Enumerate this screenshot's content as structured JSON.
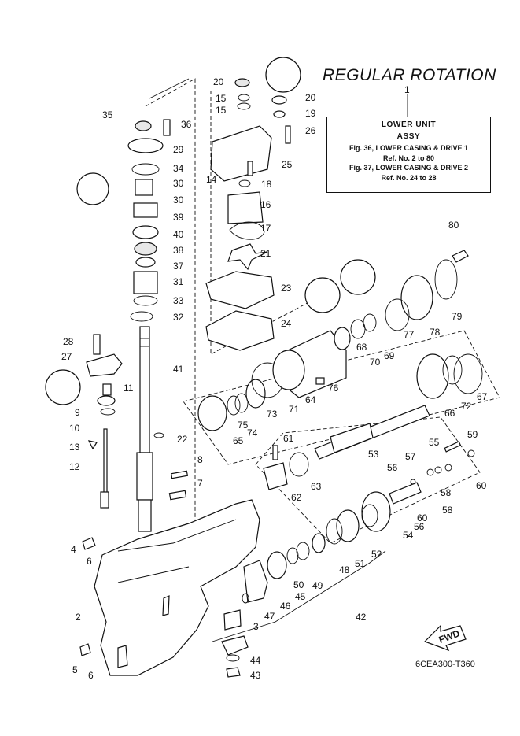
{
  "heading": "REGULAR ROTATION",
  "assembly_ref": "1",
  "assembly_box": {
    "title": "LOWER UNIT",
    "subtitle": "ASSY",
    "lines": [
      "Fig. 36, LOWER CASING & DRIVE 1",
      "Ref. No. 2 to 80",
      "Fig. 37, LOWER CASING & DRIVE 2",
      "Ref. No. 24 to 28"
    ]
  },
  "fwd_label": "FWD",
  "drawing_code": "6CEA300-T360",
  "part_numbers": [
    "2",
    "3",
    "4",
    "5",
    "6",
    "6",
    "7",
    "8",
    "9",
    "10",
    "11",
    "12",
    "13",
    "14",
    "15",
    "15",
    "16",
    "17",
    "18",
    "19",
    "20",
    "20",
    "21",
    "22",
    "23",
    "24",
    "25",
    "26",
    "27",
    "28",
    "29",
    "30",
    "30",
    "31",
    "32",
    "33",
    "34",
    "35",
    "36",
    "37",
    "38",
    "39",
    "40",
    "41",
    "42",
    "43",
    "44",
    "45",
    "46",
    "47",
    "48",
    "49",
    "50",
    "51",
    "52",
    "53",
    "54",
    "55",
    "56",
    "56",
    "57",
    "58",
    "58",
    "59",
    "60",
    "60",
    "61",
    "62",
    "63",
    "64",
    "65",
    "66",
    "67",
    "68",
    "69",
    "70",
    "71",
    "72",
    "73",
    "74",
    "75",
    "76",
    "77",
    "78",
    "79",
    "80"
  ]
}
